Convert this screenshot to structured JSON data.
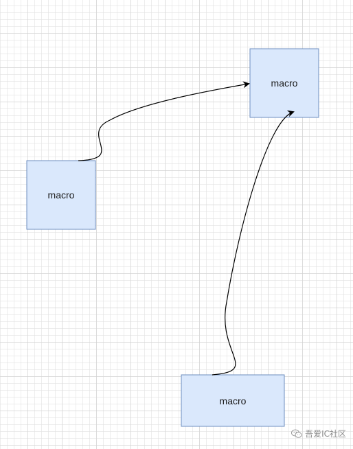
{
  "nodes": [
    {
      "id": "macro-top-right",
      "label": "macro"
    },
    {
      "id": "macro-left",
      "label": "macro"
    },
    {
      "id": "macro-bottom",
      "label": "macro"
    }
  ],
  "watermark": {
    "icon": "wechat-icon",
    "text": "吾爱IC社区"
  },
  "colors": {
    "node_fill": "#dae8fc",
    "node_stroke": "#6c8ebf",
    "edge": "#000000"
  }
}
